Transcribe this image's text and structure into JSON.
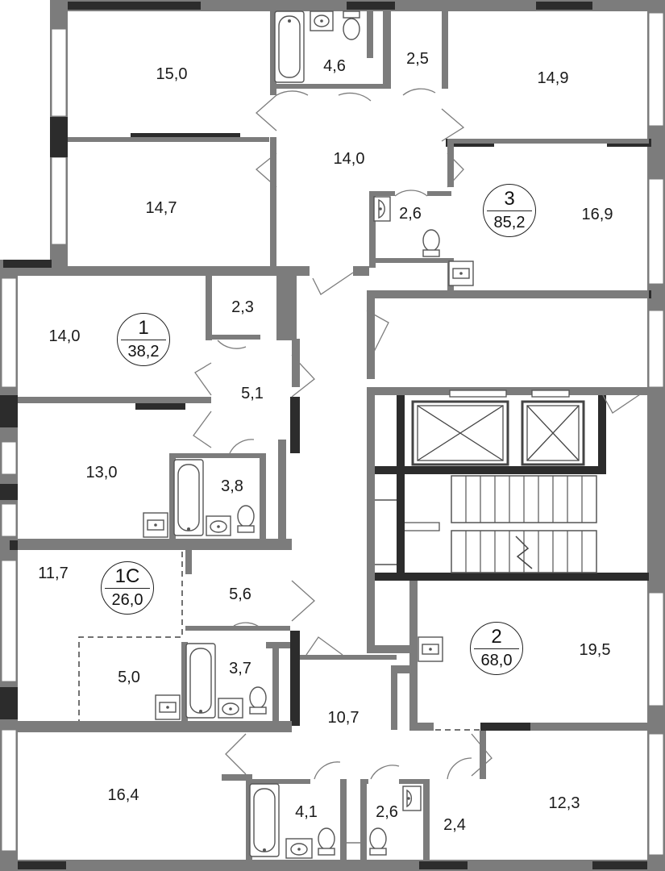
{
  "colors": {
    "wall": "#7c7c7c",
    "dark_wall": "#2c2c2c",
    "text": "#1a1a1a"
  },
  "icons": [
    "bathtub-icon",
    "sink-icon",
    "toilet-icon",
    "elevator-icon",
    "stairs-icon"
  ],
  "apartments": [
    {
      "number": "3",
      "area": "85,2"
    },
    {
      "number": "1",
      "area": "38,2"
    },
    {
      "number": "1С",
      "area": "26,0"
    },
    {
      "number": "2",
      "area": "68,0"
    }
  ],
  "rooms": [
    {
      "area": "15,0"
    },
    {
      "area": "4,6"
    },
    {
      "area": "2,5"
    },
    {
      "area": "14,9"
    },
    {
      "area": "14,0"
    },
    {
      "area": "14,7"
    },
    {
      "area": "2,6"
    },
    {
      "area": "16,9"
    },
    {
      "area": "2,3"
    },
    {
      "area": "14,0"
    },
    {
      "area": "5,1"
    },
    {
      "area": "13,0"
    },
    {
      "area": "3,8"
    },
    {
      "area": "11,7"
    },
    {
      "area": "5,6"
    },
    {
      "area": "3,7"
    },
    {
      "area": "5,0"
    },
    {
      "area": "19,5"
    },
    {
      "area": "10,7"
    },
    {
      "area": "16,4"
    },
    {
      "area": "4,1"
    },
    {
      "area": "2,6"
    },
    {
      "area": "2,4"
    },
    {
      "area": "12,3"
    }
  ]
}
